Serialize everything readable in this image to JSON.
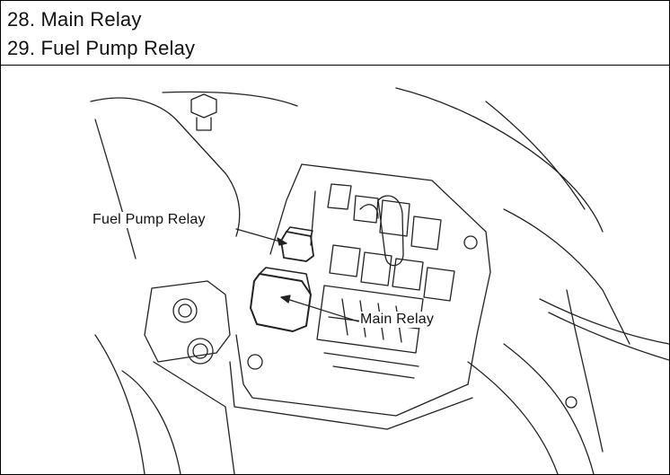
{
  "header": {
    "line1": "28. Main Relay",
    "line2": "29. Fuel Pump Relay"
  },
  "figure": {
    "callouts": {
      "fuel_pump_relay": "Fuel Pump Relay",
      "main_relay": "Main Relay"
    }
  }
}
